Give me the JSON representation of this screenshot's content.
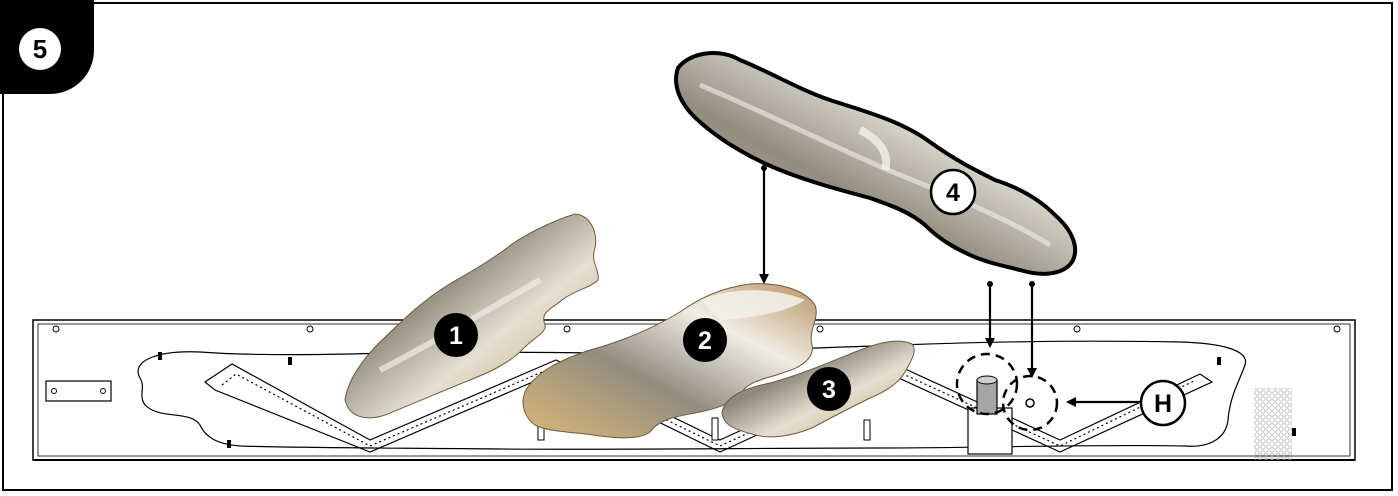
{
  "step": {
    "number": "5"
  },
  "callouts": {
    "log1": "1",
    "log2": "2",
    "log3": "3",
    "log4": "4",
    "hole": "H"
  },
  "colors": {
    "line": "#000000",
    "log_bark": "#8f8a7d",
    "log_wood": "#d9b27a",
    "log_ash": "#e6e2d6",
    "tray": "#ffffff",
    "ember_grid": "#b9b9b9"
  }
}
